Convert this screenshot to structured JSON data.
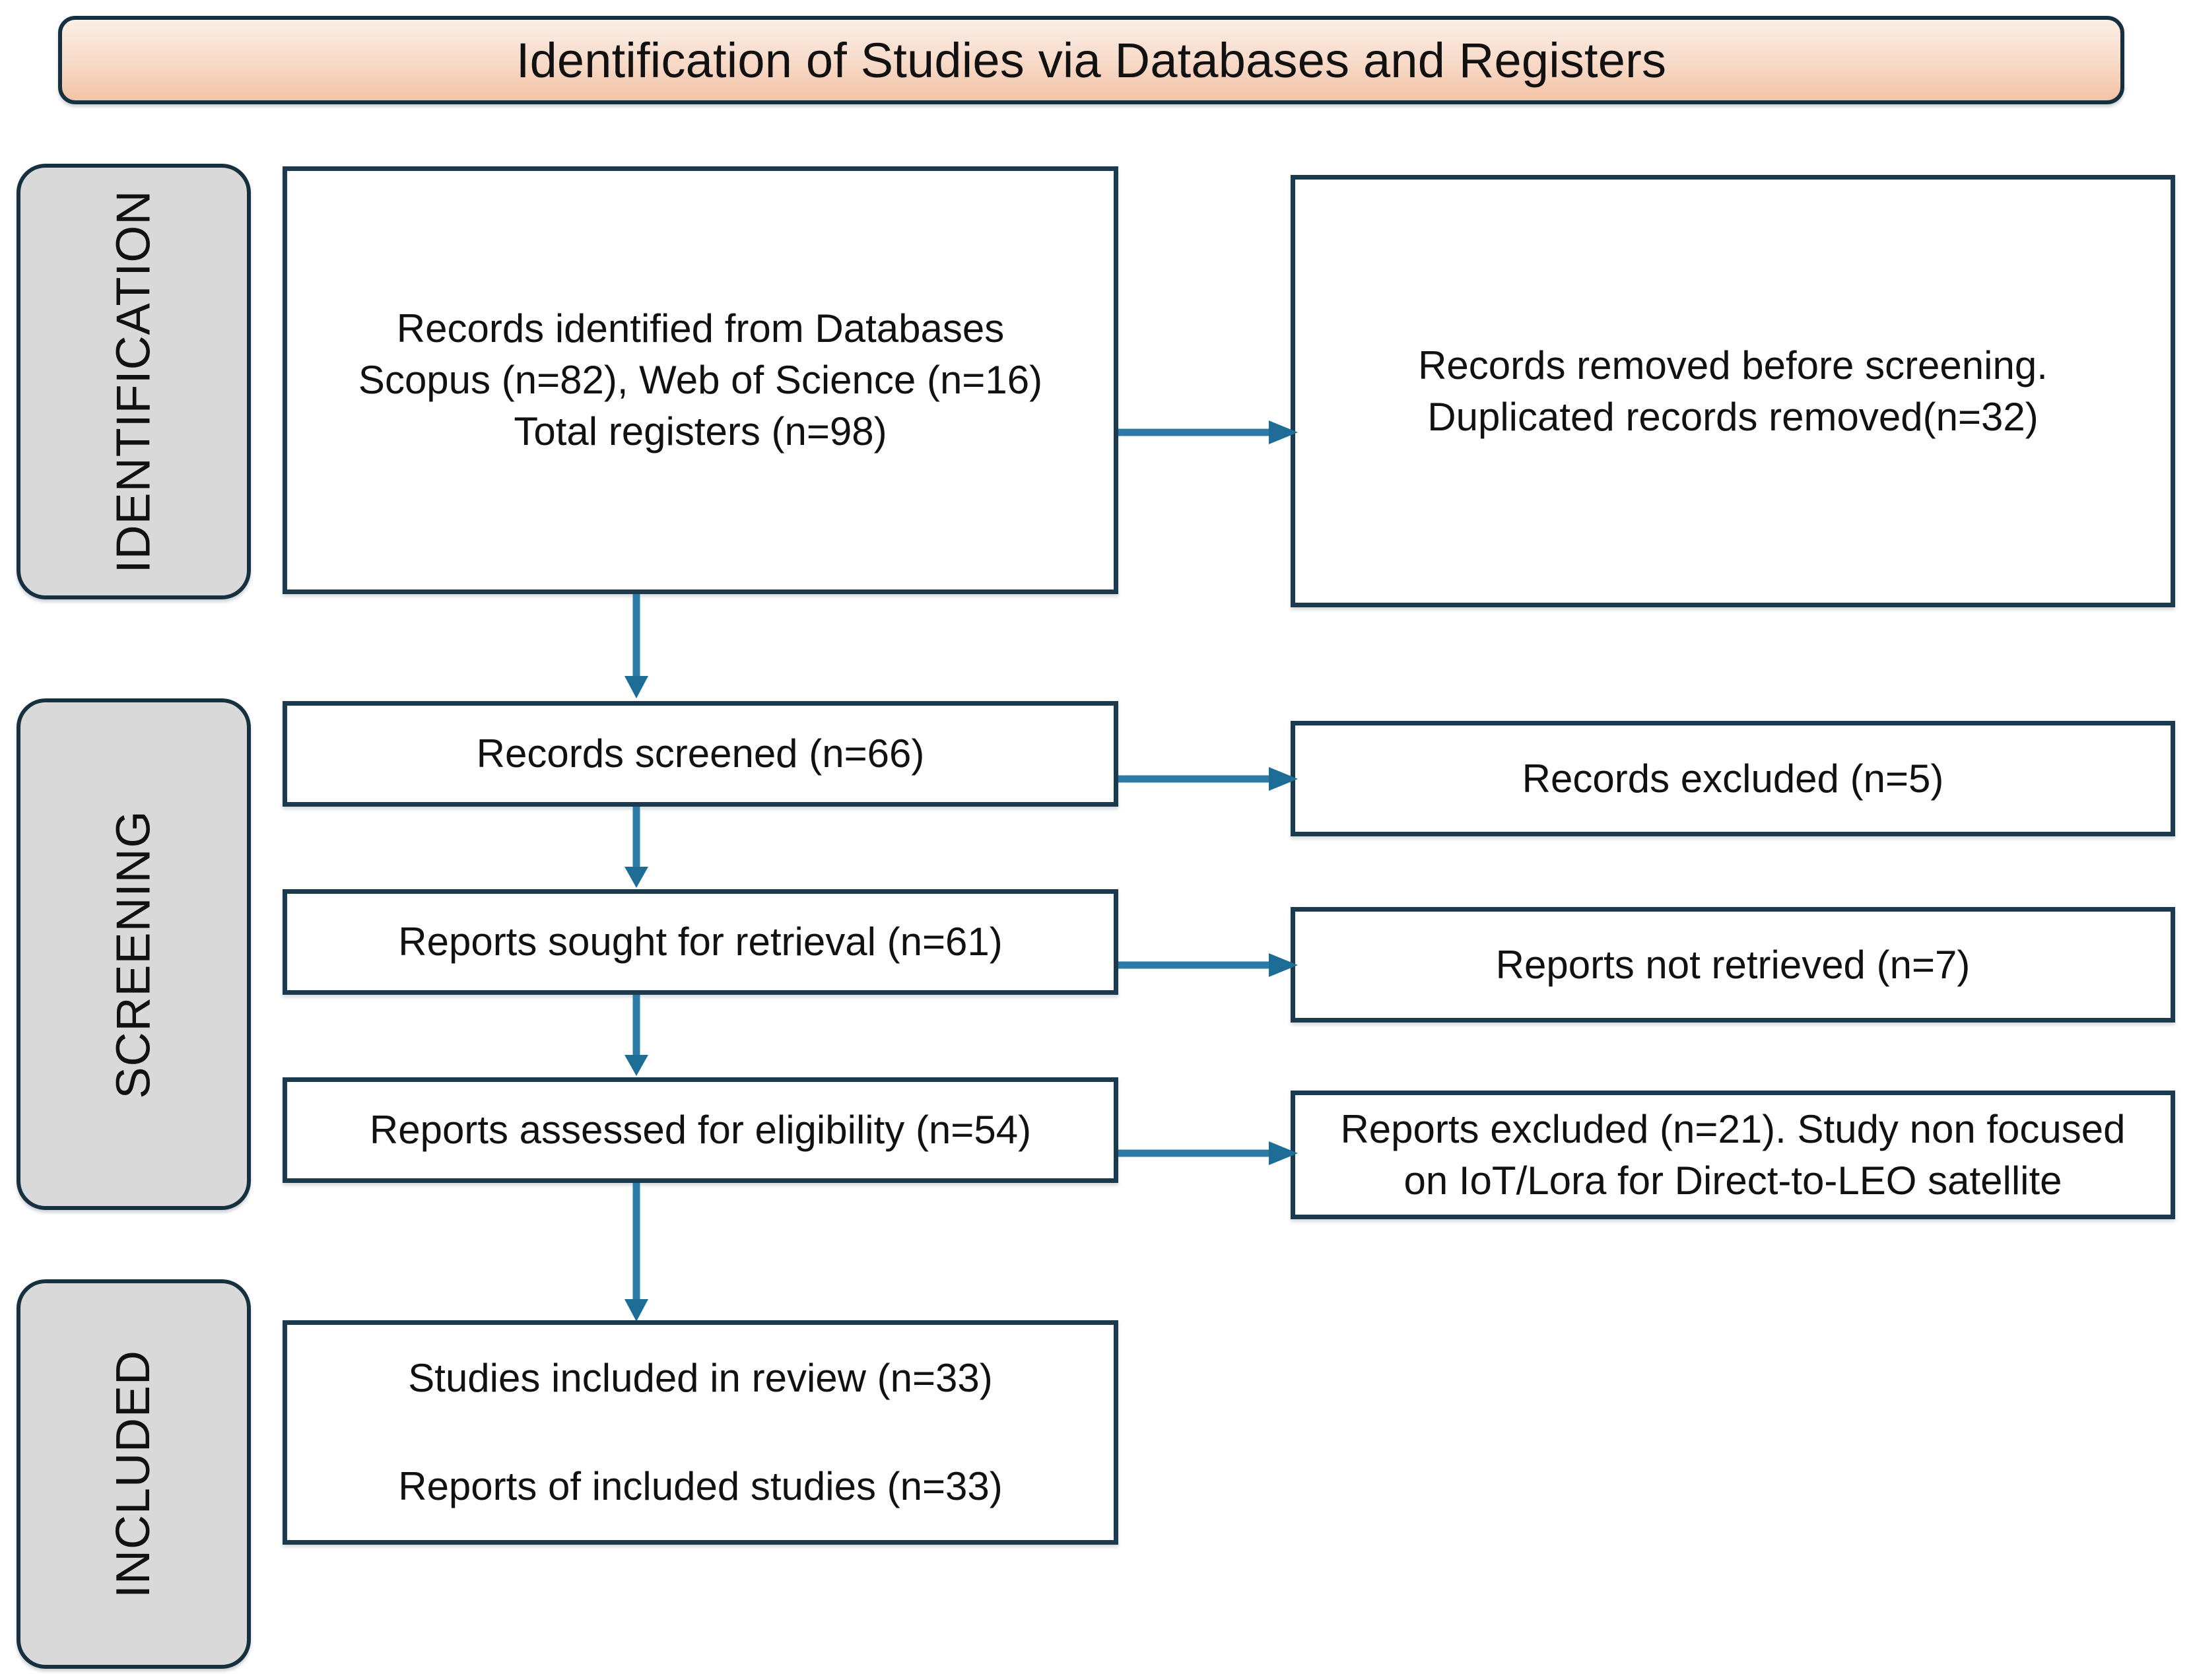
{
  "header": {
    "title": "Identification of Studies via Databases and Registers"
  },
  "stages": [
    {
      "label": "IDENTIFICATION"
    },
    {
      "label": "SCREENING"
    },
    {
      "label": "INCLUDED"
    }
  ],
  "boxes": {
    "identified": {
      "lines": [
        "Records identified from Databases",
        "Scopus (n=82), Web of Science (n=16)",
        "Total registers (n=98)"
      ]
    },
    "removed": {
      "lines": [
        "Records removed before screening.",
        "Duplicated records removed(n=32)"
      ]
    },
    "screened": {
      "lines": [
        "Records screened (n=66)"
      ]
    },
    "excluded": {
      "lines": [
        "Records excluded (n=5)"
      ]
    },
    "sought": {
      "lines": [
        "Reports sought for retrieval (n=61)"
      ]
    },
    "not_retrieved": {
      "lines": [
        "Reports not retrieved (n=7)"
      ]
    },
    "assessed": {
      "lines": [
        "Reports assessed for eligibility (n=54)"
      ]
    },
    "reports_excluded": {
      "lines": [
        "Reports excluded (n=21). Study non focused",
        "on IoT/Lora for Direct-to-LEO satellite"
      ]
    },
    "included": {
      "lines": [
        "Studies included in review (n=33)",
        "Reports of included studies (n=33)"
      ]
    }
  },
  "colors": {
    "box_border": "#1b3a4d",
    "band_fill": "#d9d9d9",
    "band_border": "#17303f",
    "header_gradient_top": "#fbeee6",
    "header_gradient_bottom": "#f3c3a6",
    "arrow": "#2c7ba6",
    "text": "#111111"
  },
  "arrows": [
    {
      "name": "identified-to-removed",
      "direction": "right"
    },
    {
      "name": "identified-to-screened",
      "direction": "down"
    },
    {
      "name": "screened-to-excluded",
      "direction": "right"
    },
    {
      "name": "screened-to-sought",
      "direction": "down"
    },
    {
      "name": "sought-to-not-retrieved",
      "direction": "right"
    },
    {
      "name": "sought-to-assessed",
      "direction": "down"
    },
    {
      "name": "assessed-to-reports-excluded",
      "direction": "right"
    },
    {
      "name": "assessed-to-included",
      "direction": "down"
    }
  ]
}
